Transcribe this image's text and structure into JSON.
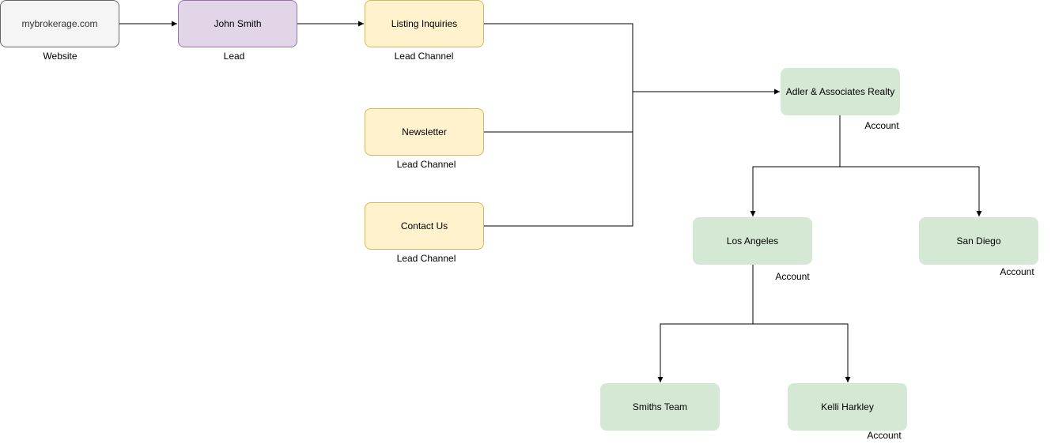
{
  "nodes": {
    "website": {
      "label": "mybrokerage.com",
      "caption": "Website"
    },
    "lead": {
      "label": "John Smith",
      "caption": "Lead"
    },
    "listing_inquiries": {
      "label": "Listing Inquiries",
      "caption": "Lead Channel"
    },
    "newsletter": {
      "label": "Newsletter",
      "caption": "Lead Channel"
    },
    "contact_us": {
      "label": "Contact Us",
      "caption": "Lead Channel"
    },
    "adler": {
      "label": "Adler & Associates Realty",
      "caption": "Account"
    },
    "los_angeles": {
      "label": "Los Angeles",
      "caption": "Account"
    },
    "san_diego": {
      "label": "San Diego",
      "caption": "Account"
    },
    "smiths_team": {
      "label": "Smiths Team",
      "caption": ""
    },
    "kelli_harkley": {
      "label": "Kelli Harkley",
      "caption": "Account"
    }
  },
  "edges": [
    {
      "from": "website",
      "to": "lead"
    },
    {
      "from": "lead",
      "to": "listing_inquiries"
    },
    {
      "from": "listing_inquiries",
      "to": "adler"
    },
    {
      "from": "newsletter",
      "to": "adler"
    },
    {
      "from": "contact_us",
      "to": "adler"
    },
    {
      "from": "adler",
      "to": "los_angeles"
    },
    {
      "from": "adler",
      "to": "san_diego"
    },
    {
      "from": "los_angeles",
      "to": "smiths_team"
    },
    {
      "from": "los_angeles",
      "to": "kelli_harkley"
    }
  ],
  "colors": {
    "website_fill": "#f5f5f5",
    "website_stroke": "#666666",
    "lead_fill": "#e1d5e7",
    "lead_stroke": "#9673a6",
    "channel_fill": "#fff2cc",
    "channel_stroke": "#d6b656",
    "account_fill": "#d5e8d4",
    "edge": "#000000"
  }
}
